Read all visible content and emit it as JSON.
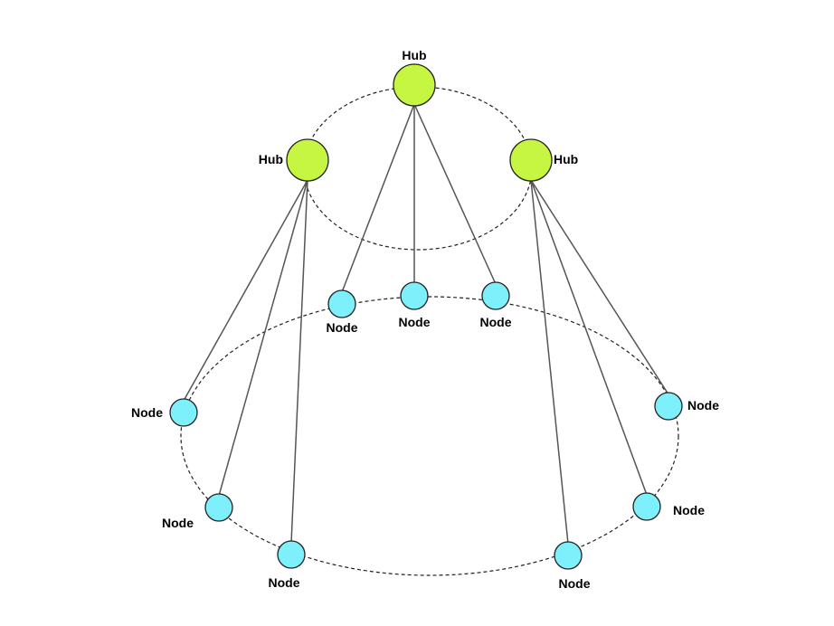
{
  "colors": {
    "hub_fill": "#c6f542",
    "node_fill": "#7ef0fb",
    "stroke": "#222222",
    "line": "#555555"
  },
  "hubs": [
    {
      "id": "hub-top",
      "label": "Hub"
    },
    {
      "id": "hub-left",
      "label": "Hub"
    },
    {
      "id": "hub-right",
      "label": "Hub"
    }
  ],
  "nodes": [
    {
      "id": "node-top-left",
      "label": "Node",
      "hub": "hub-top"
    },
    {
      "id": "node-top-center",
      "label": "Node",
      "hub": "hub-top"
    },
    {
      "id": "node-top-right",
      "label": "Node",
      "hub": "hub-top"
    },
    {
      "id": "node-left-upper",
      "label": "Node",
      "hub": "hub-left"
    },
    {
      "id": "node-left-middle",
      "label": "Node",
      "hub": "hub-left"
    },
    {
      "id": "node-bottom-left",
      "label": "Node",
      "hub": "hub-left"
    },
    {
      "id": "node-right-upper",
      "label": "Node",
      "hub": "hub-right"
    },
    {
      "id": "node-right-middle",
      "label": "Node",
      "hub": "hub-right"
    },
    {
      "id": "node-bottom-right",
      "label": "Node",
      "hub": "hub-right"
    }
  ]
}
